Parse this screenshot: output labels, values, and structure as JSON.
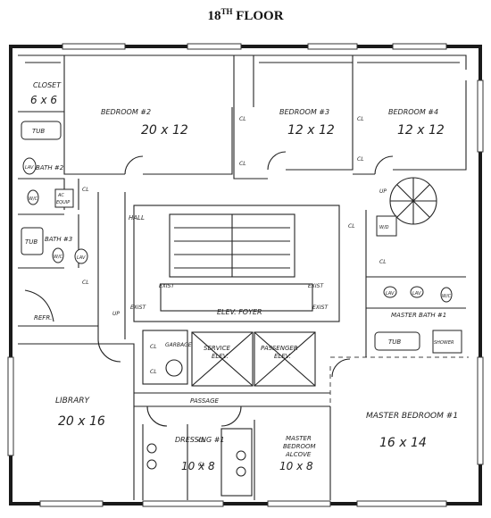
{
  "title": {
    "main": "18",
    "sup": "TH",
    "rest": " FLOOR"
  },
  "rooms": {
    "closet": "CLOSET",
    "closet_size": "6 x 6",
    "bedroom2": "BEDROOM #2",
    "bedroom2_size": "20 x 12",
    "bedroom3": "BEDROOM #3",
    "bedroom3_size": "12 x 12",
    "bedroom4": "BEDROOM #4",
    "bedroom4_size": "12 x 12",
    "bath2": "BATH #2",
    "bath3": "BATH #3",
    "master_bath": "MASTER BATH #1",
    "library": "LIBRARY",
    "library_size": "20 x 16",
    "dressing": "DRESSING #1",
    "dressing_size": "10 x 8",
    "alcove_1": "MASTER",
    "alcove_2": "BEDROOM",
    "alcove_3": "ALCOVE",
    "alcove_size": "10 x 8",
    "master_bedroom": "MASTER BEDROOM #1",
    "master_bedroom_size": "16 x 14",
    "elev_foyer": "ELEV. FOYER",
    "service_elev_1": "SERVICE",
    "service_elev_2": "ELEV.",
    "passenger_elev_1": "PASSENGER",
    "passenger_elev_2": "ELEV.",
    "passage": "PASSAGE",
    "garbage": "GARBAGE",
    "hall": "HALL",
    "refr": "REFR."
  },
  "fixtures": {
    "tub": "TUB",
    "lav": "LAV",
    "wc": "W/C",
    "ac_equip_1": "AC",
    "ac_equip_2": "EQUIP",
    "cl": "CL",
    "exist": "EXIST",
    "up": "UP",
    "wd": "W/D",
    "shower": "SHOWER"
  }
}
